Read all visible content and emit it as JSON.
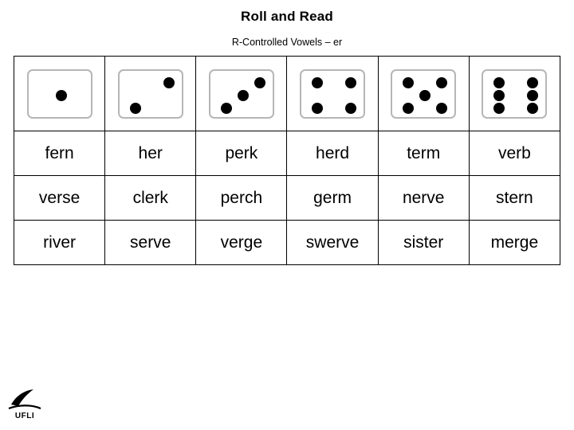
{
  "slide": {
    "title": "Roll and Read",
    "subtitle": "R-Controlled Vowels – er"
  },
  "dice": [
    {
      "name": "die-1",
      "pips": 1
    },
    {
      "name": "die-2",
      "pips": 2
    },
    {
      "name": "die-3",
      "pips": 3
    },
    {
      "name": "die-4",
      "pips": 4
    },
    {
      "name": "die-5",
      "pips": 5
    },
    {
      "name": "die-6",
      "pips": 6
    }
  ],
  "word_rows": [
    [
      "fern",
      "her",
      "perk",
      "herd",
      "term",
      "verb"
    ],
    [
      "verse",
      "clerk",
      "perch",
      "germ",
      "nerve",
      "stern"
    ],
    [
      "river",
      "serve",
      "verge",
      "swerve",
      "sister",
      "merge"
    ]
  ],
  "logo": {
    "label": "UFLI",
    "icon": "ufli-logo-icon"
  },
  "colors": {
    "text": "#000000",
    "die_border": "#b6b6b6",
    "pip": "#000000",
    "table_border": "#000000",
    "background": "#ffffff"
  }
}
